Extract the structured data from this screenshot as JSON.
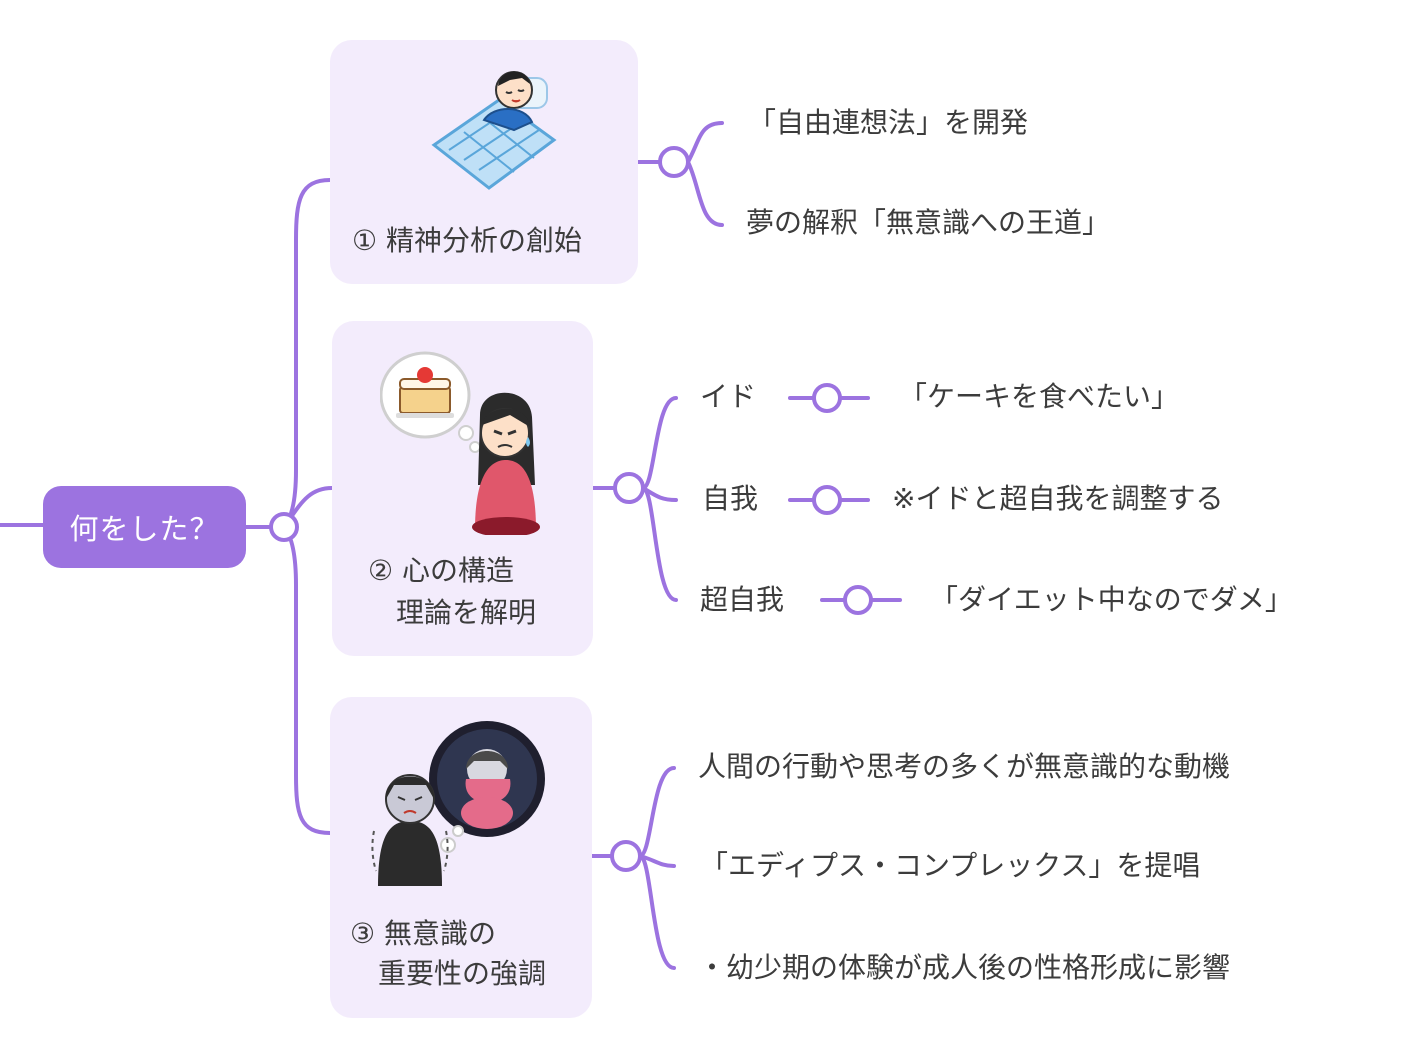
{
  "root": {
    "label": "何をした？"
  },
  "branches": [
    {
      "label": "① 精神分析の創始",
      "illustration": "sleeping-person-icon",
      "children": [
        "「自由連想法」を開発",
        "夢の解釈「無意識への王道」"
      ]
    },
    {
      "label_line1": "② 心の構造",
      "label_line2": "理論を解明",
      "illustration": "woman-craving-cake-icon",
      "children": [
        {
          "term": "イド",
          "detail": "「ケーキを食べたい」"
        },
        {
          "term": "自我",
          "detail": "※イドと超自我を調整する"
        },
        {
          "term": "超自我",
          "detail": "「ダイエット中なのでダメ」"
        }
      ]
    },
    {
      "label_line1": "③ 無意識の",
      "label_line2": "重要性の強調",
      "illustration": "anxious-woman-icon",
      "children": [
        "人間の行動や思考の多くが無意識的な動機",
        "「エディプス・コンプレックス」を提唱",
        "・幼少期の体験が成人後の性格形成に影響"
      ]
    }
  ],
  "colors": {
    "accent": "#9c73e0",
    "card": "#f3ecfc",
    "text": "#3c3c3c"
  }
}
